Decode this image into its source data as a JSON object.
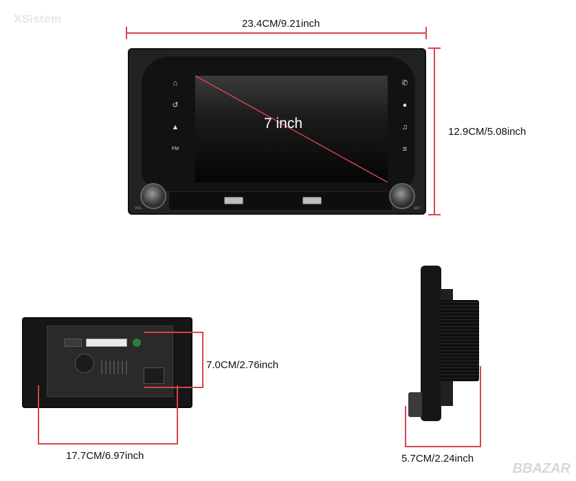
{
  "watermarks": {
    "top_left": "XSistem",
    "bottom_right": "BBAZAR"
  },
  "front_view": {
    "width_label": "23.4CM/9.21inch",
    "height_label": "12.9CM/5.08inch",
    "screen_label": "7 inch",
    "left_buttons": [
      "⌂",
      "↺",
      "▲",
      "FM"
    ],
    "right_buttons": [
      "✆",
      "●",
      "♫",
      "≡"
    ],
    "knob_left_label": "VOL",
    "knob_right_label": "SET"
  },
  "back_view": {
    "width_label": "17.7CM/6.97inch",
    "height_label": "7.0CM/2.76inch"
  },
  "side_view": {
    "depth_label": "5.7CM/2.24inch"
  }
}
